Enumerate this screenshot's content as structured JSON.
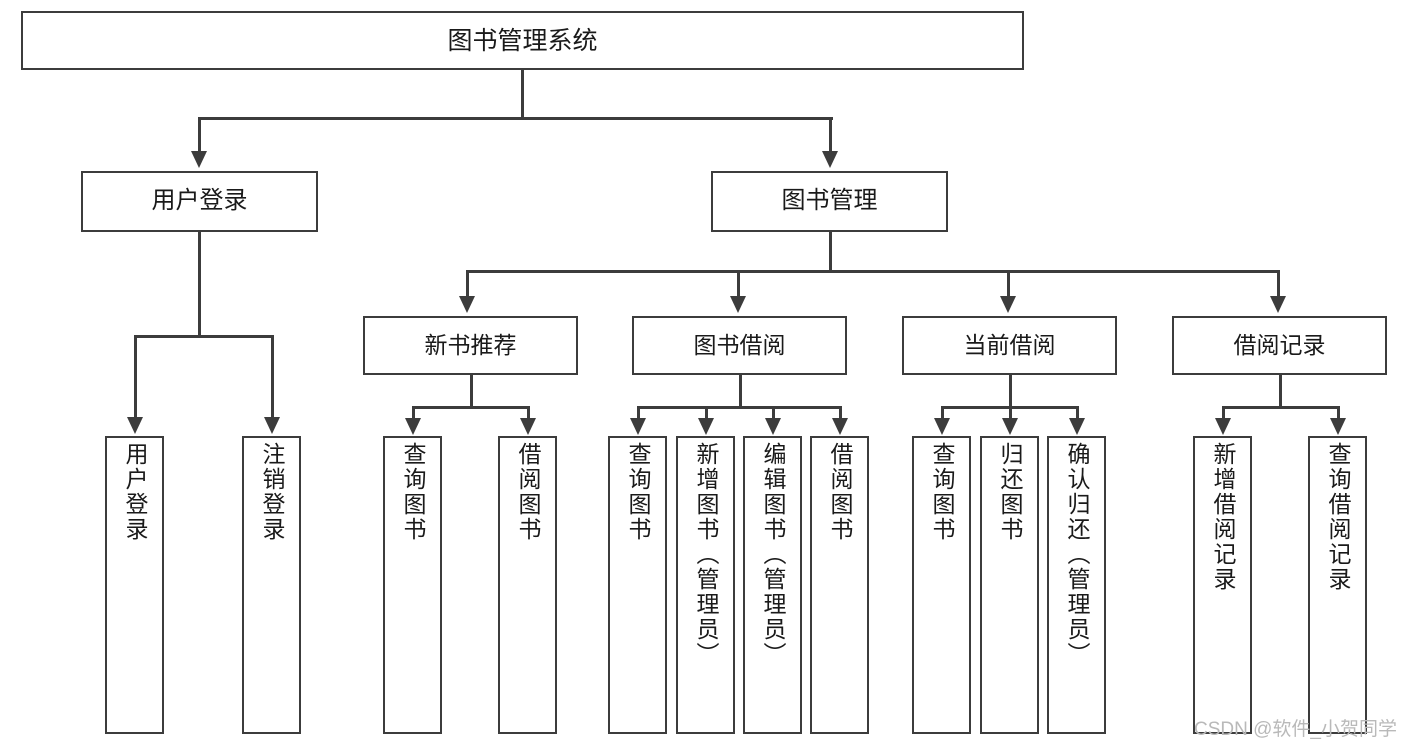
{
  "diagram": {
    "type": "tree",
    "title": "图书管理系统",
    "root": {
      "label": "图书管理系统"
    },
    "level2": [
      {
        "label": "用户登录"
      },
      {
        "label": "图书管理"
      }
    ],
    "level3": [
      {
        "label": "新书推荐"
      },
      {
        "label": "图书借阅"
      },
      {
        "label": "当前借阅"
      },
      {
        "label": "借阅记录"
      }
    ],
    "leaves": {
      "user_login": [
        {
          "label": "用户登录"
        },
        {
          "label": "注销登录"
        }
      ],
      "new_book": [
        {
          "label": "查询图书"
        },
        {
          "label": "借阅图书"
        }
      ],
      "book_borrow": [
        {
          "label": "查询图书"
        },
        {
          "label": "新增图书（管理员）"
        },
        {
          "label": "编辑图书（管理员）"
        },
        {
          "label": "借阅图书"
        }
      ],
      "current_borrow": [
        {
          "label": "查询图书"
        },
        {
          "label": "归还图书"
        },
        {
          "label": "确认归还（管理员）"
        }
      ],
      "borrow_record": [
        {
          "label": "新增借阅记录"
        },
        {
          "label": "查询借阅记录"
        }
      ]
    }
  },
  "watermark": {
    "text": "CSDN @软件_小贺同学"
  },
  "colors": {
    "stroke": "#3c3c3c",
    "fill": "#ffffff",
    "text": "#1a1a1a",
    "watermark": "#b9b9b9"
  }
}
